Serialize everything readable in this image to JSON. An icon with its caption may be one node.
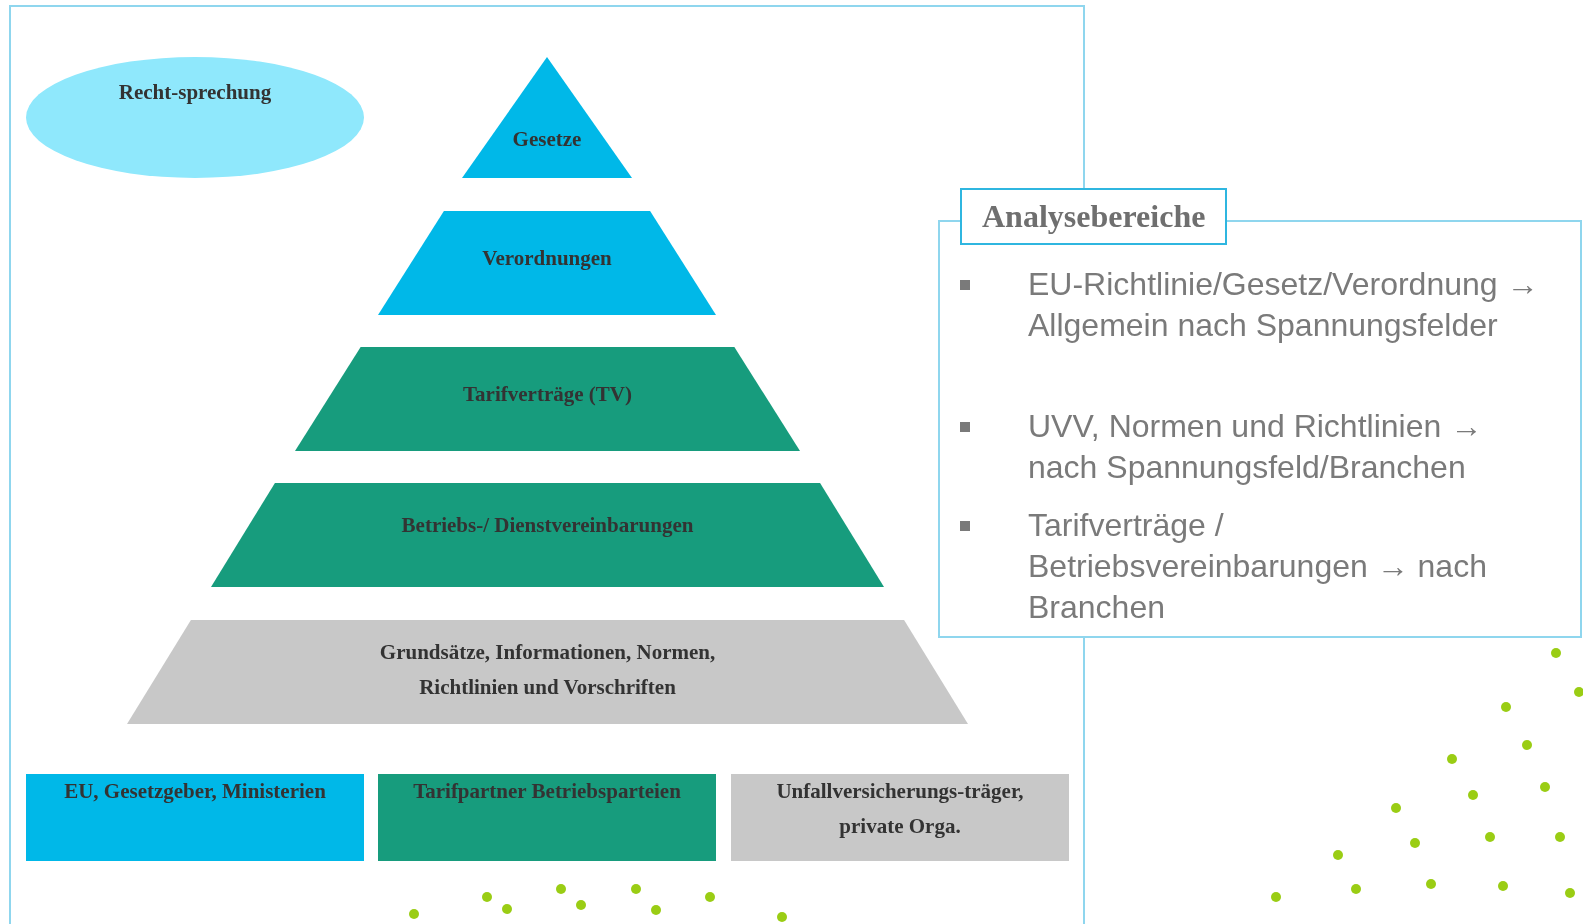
{
  "diagram": {
    "nodes": [
      {
        "text": [
          "Recht-sprechung"
        ]
      },
      {
        "text": [
          "Gesetze"
        ]
      },
      {
        "text": [
          "Verordnungen"
        ]
      },
      {
        "text": [
          "Tarifverträge (TV)"
        ]
      },
      {
        "text": [
          "Betriebs-/ Dienstvereinbarungen"
        ]
      },
      {
        "text": [
          "Grundsätze, Informationen, Normen, Richtlinien und Vorschriften"
        ]
      },
      {
        "text": [
          "EU, Gesetzgeber, Ministerien"
        ]
      },
      {
        "text": [
          "Tarifpartner Betriebsparteien"
        ]
      },
      {
        "text": [
          "Unfallversicherungs-träger, private Orga."
        ]
      },
      {
        "text": [
          "Analysebereiche",
          "EU-Richtlinie/Gesetz/Verordnung → Allgemein nach Spannungsfelder",
          "UVV, Normen und Richtlinien → nach Spannungsfeld/Branchen",
          "Tarifverträge / Betriebsvereinbarungen → nach Branchen"
        ]
      }
    ],
    "edges": []
  }
}
